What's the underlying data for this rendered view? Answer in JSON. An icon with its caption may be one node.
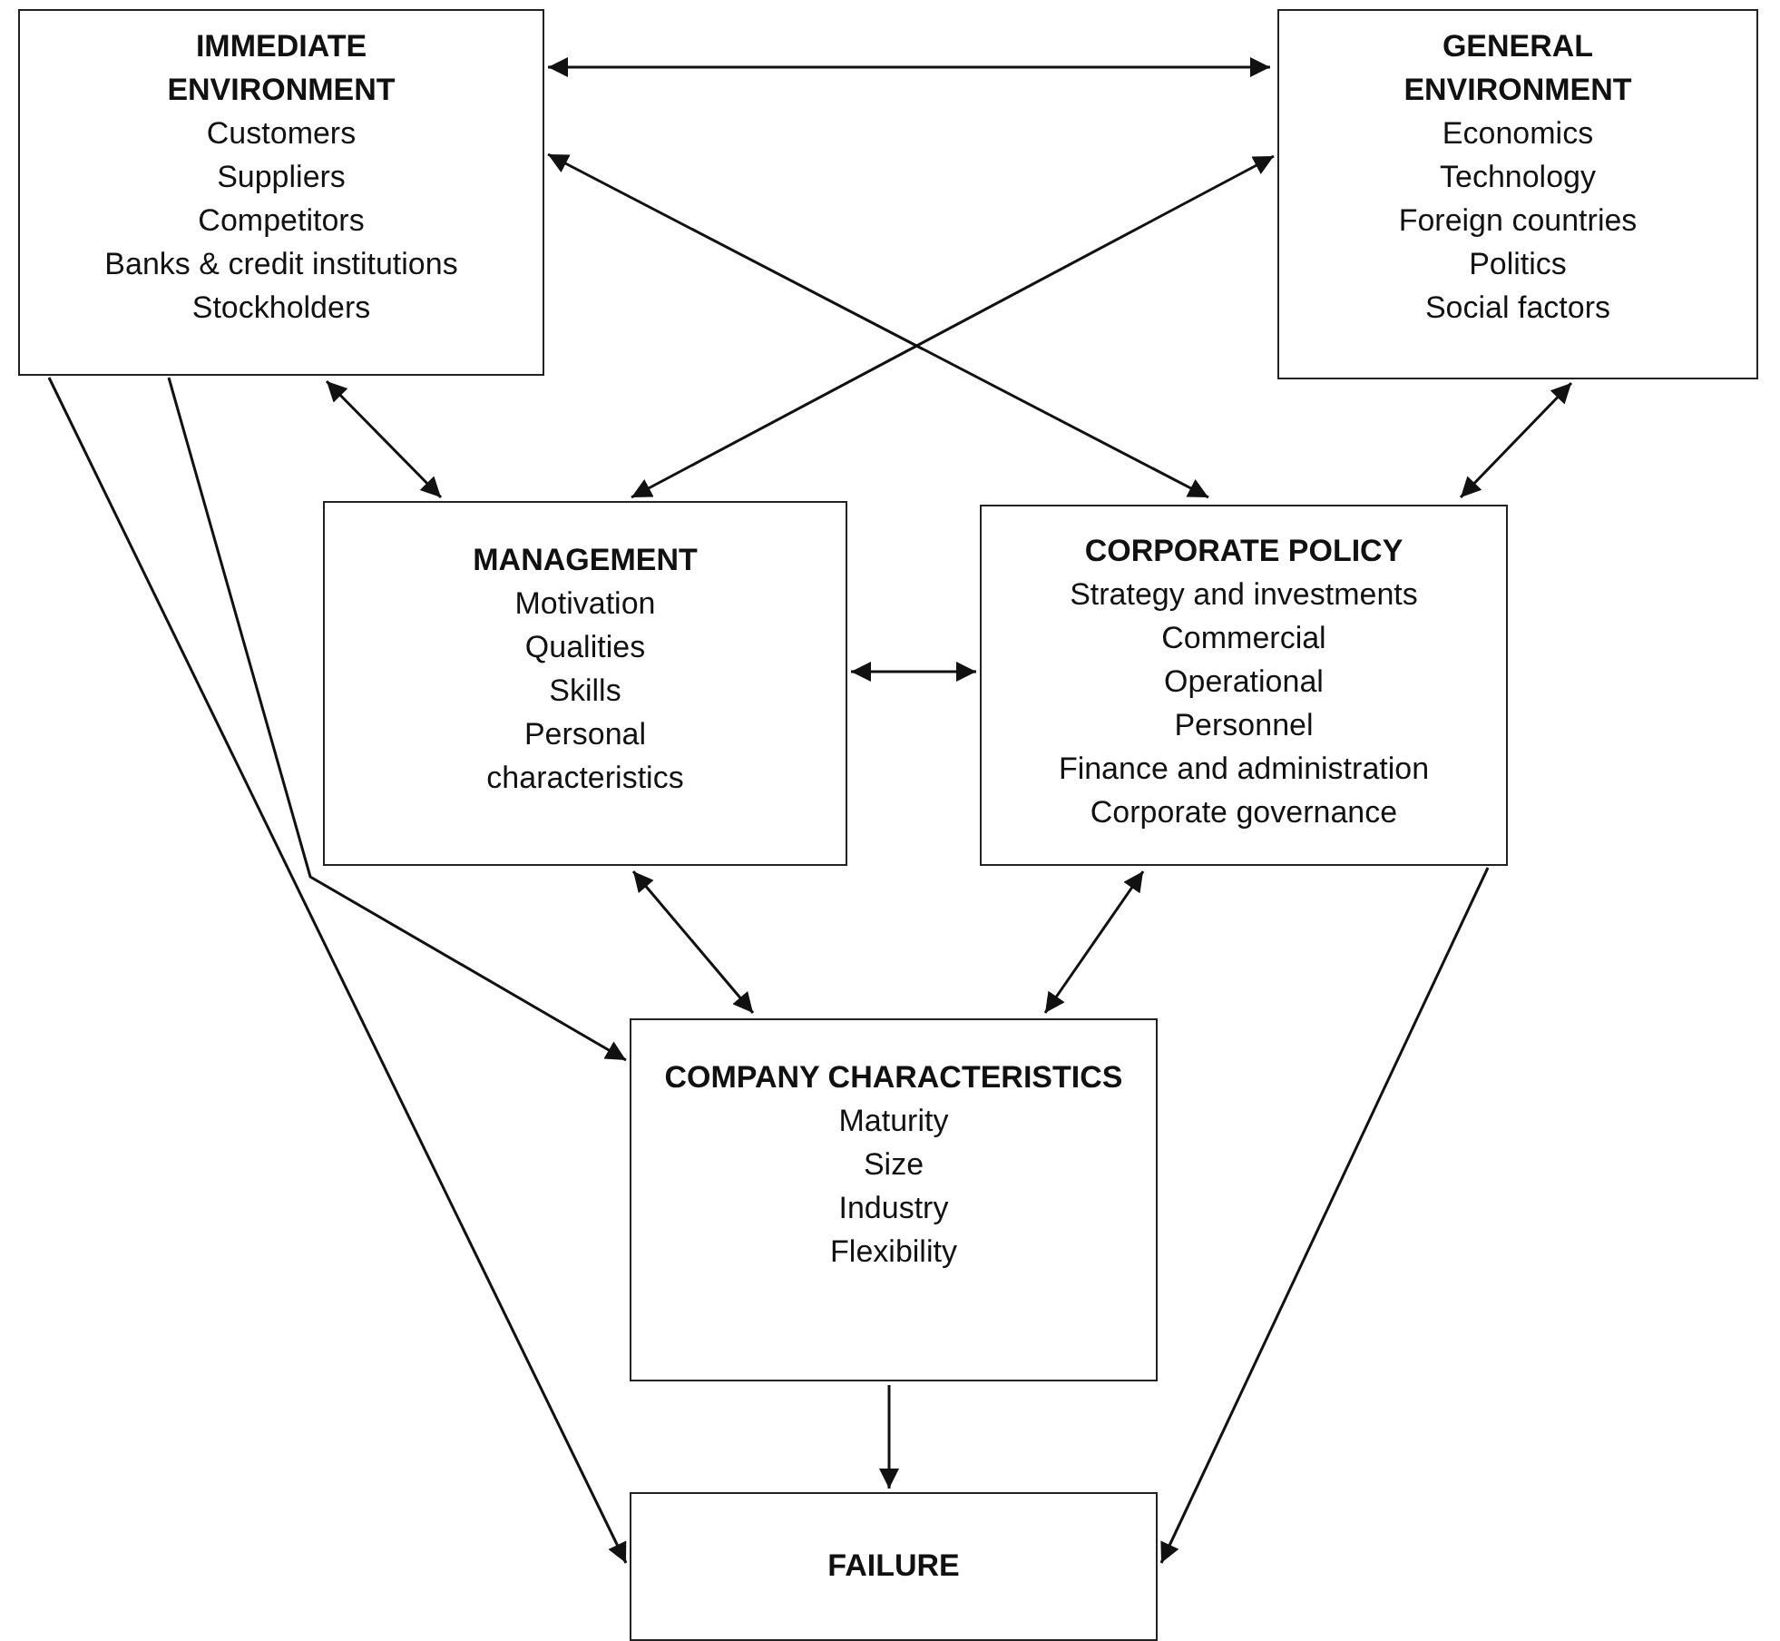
{
  "diagram": {
    "nodes": [
      {
        "text": [
          "IMMEDIATE ENVIRONMENT",
          "Customers",
          "Suppliers",
          "Competitors",
          "Banks & credit institutions",
          "Stockholders"
        ]
      },
      {
        "text": [
          "GENERAL ENVIRONMENT",
          "Economics",
          "Technology",
          "Foreign countries",
          "Politics",
          "Social factors"
        ]
      },
      {
        "text": [
          "MANAGEMENT",
          "Motivation",
          "Qualities",
          "Skills",
          "Personal characteristics"
        ]
      },
      {
        "text": [
          "CORPORATE POLICY",
          "Strategy and investments",
          "Commercial",
          "Operational",
          "Personnel",
          "Finance and administration",
          "Corporate governance"
        ]
      },
      {
        "text": [
          "COMPANY CHARACTERISTICS",
          "Maturity",
          "Size",
          "Industry",
          "Flexibility"
        ]
      },
      {
        "text": [
          "FAILURE"
        ]
      }
    ],
    "edges": [
      {
        "from": 0,
        "to": 1,
        "arrow": "both"
      },
      {
        "from": 0,
        "to": 3,
        "arrow": "both"
      },
      {
        "from": 1,
        "to": 2,
        "arrow": "both"
      },
      {
        "from": 0,
        "to": 2,
        "arrow": "both"
      },
      {
        "from": 1,
        "to": 3,
        "arrow": "both"
      },
      {
        "from": 2,
        "to": 3,
        "arrow": "both"
      },
      {
        "from": 2,
        "to": 4,
        "arrow": "both"
      },
      {
        "from": 3,
        "to": 4,
        "arrow": "both"
      },
      {
        "from": 0,
        "to": 5,
        "arrow": "to"
      },
      {
        "from": 0,
        "to": 4,
        "arrow": "to"
      },
      {
        "from": 3,
        "to": 5,
        "arrow": "to"
      },
      {
        "from": 4,
        "to": 5,
        "arrow": "to"
      }
    ]
  }
}
